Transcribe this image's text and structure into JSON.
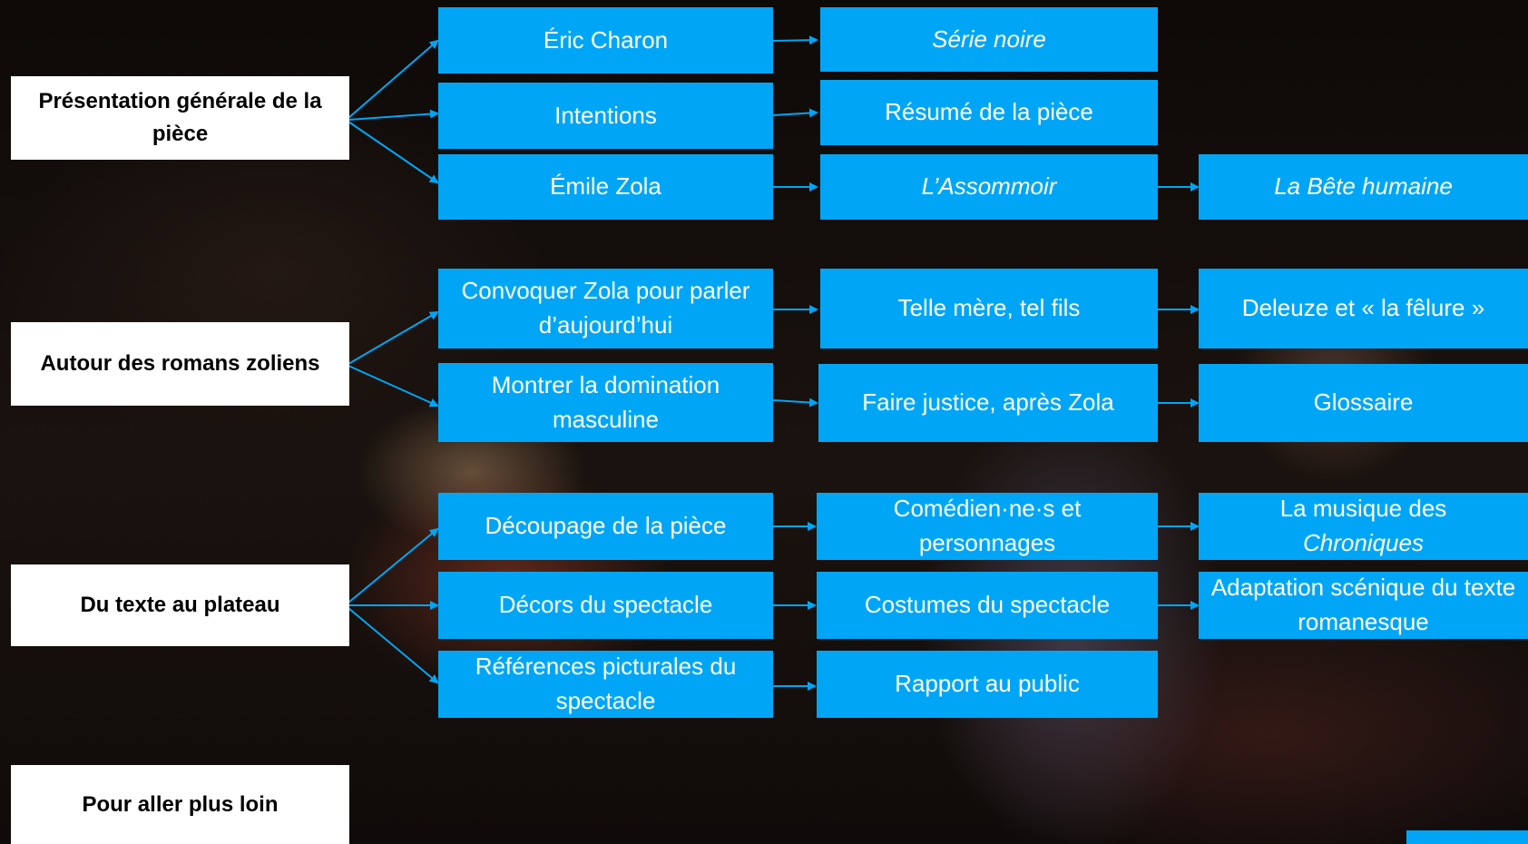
{
  "colors": {
    "box_blue": "#00a6f5",
    "box_white": "#ffffff",
    "arrow": "#00a6f5"
  },
  "sections": {
    "presentation": "Présentation générale de la pièce",
    "romans": "Autour des romans zoliens",
    "plateau": "Du texte au plateau",
    "loin": "Pour aller plus loin"
  },
  "nodes": {
    "eric_charon": "Éric Charon",
    "serie_noire": "Série noire",
    "intentions": "Intentions",
    "resume": "Résumé de la pièce",
    "emile_zola": "Émile Zola",
    "assommoir": "L’Assommoir",
    "bete_humaine": "La Bête humaine",
    "convoquer": "Convoquer Zola pour parler d’aujourd’hui",
    "telle_mere": "Telle mère, tel fils",
    "deleuze": "Deleuze et « la fêlure »",
    "montrer": "Montrer la domination masculine",
    "faire_justice": "Faire justice, après Zola",
    "glossaire": "Glossaire",
    "decoupage": "Découpage de la pièce",
    "comediens": "Comédien·ne·s et personnages",
    "musique_line1": "La musique des",
    "musique_line2": "Chroniques",
    "decors": "Décors du spectacle",
    "costumes": "Costumes du spectacle",
    "adaptation": "Adaptation scénique du texte romanesque",
    "references": "Références picturales du spectacle",
    "rapport": "Rapport au public"
  }
}
